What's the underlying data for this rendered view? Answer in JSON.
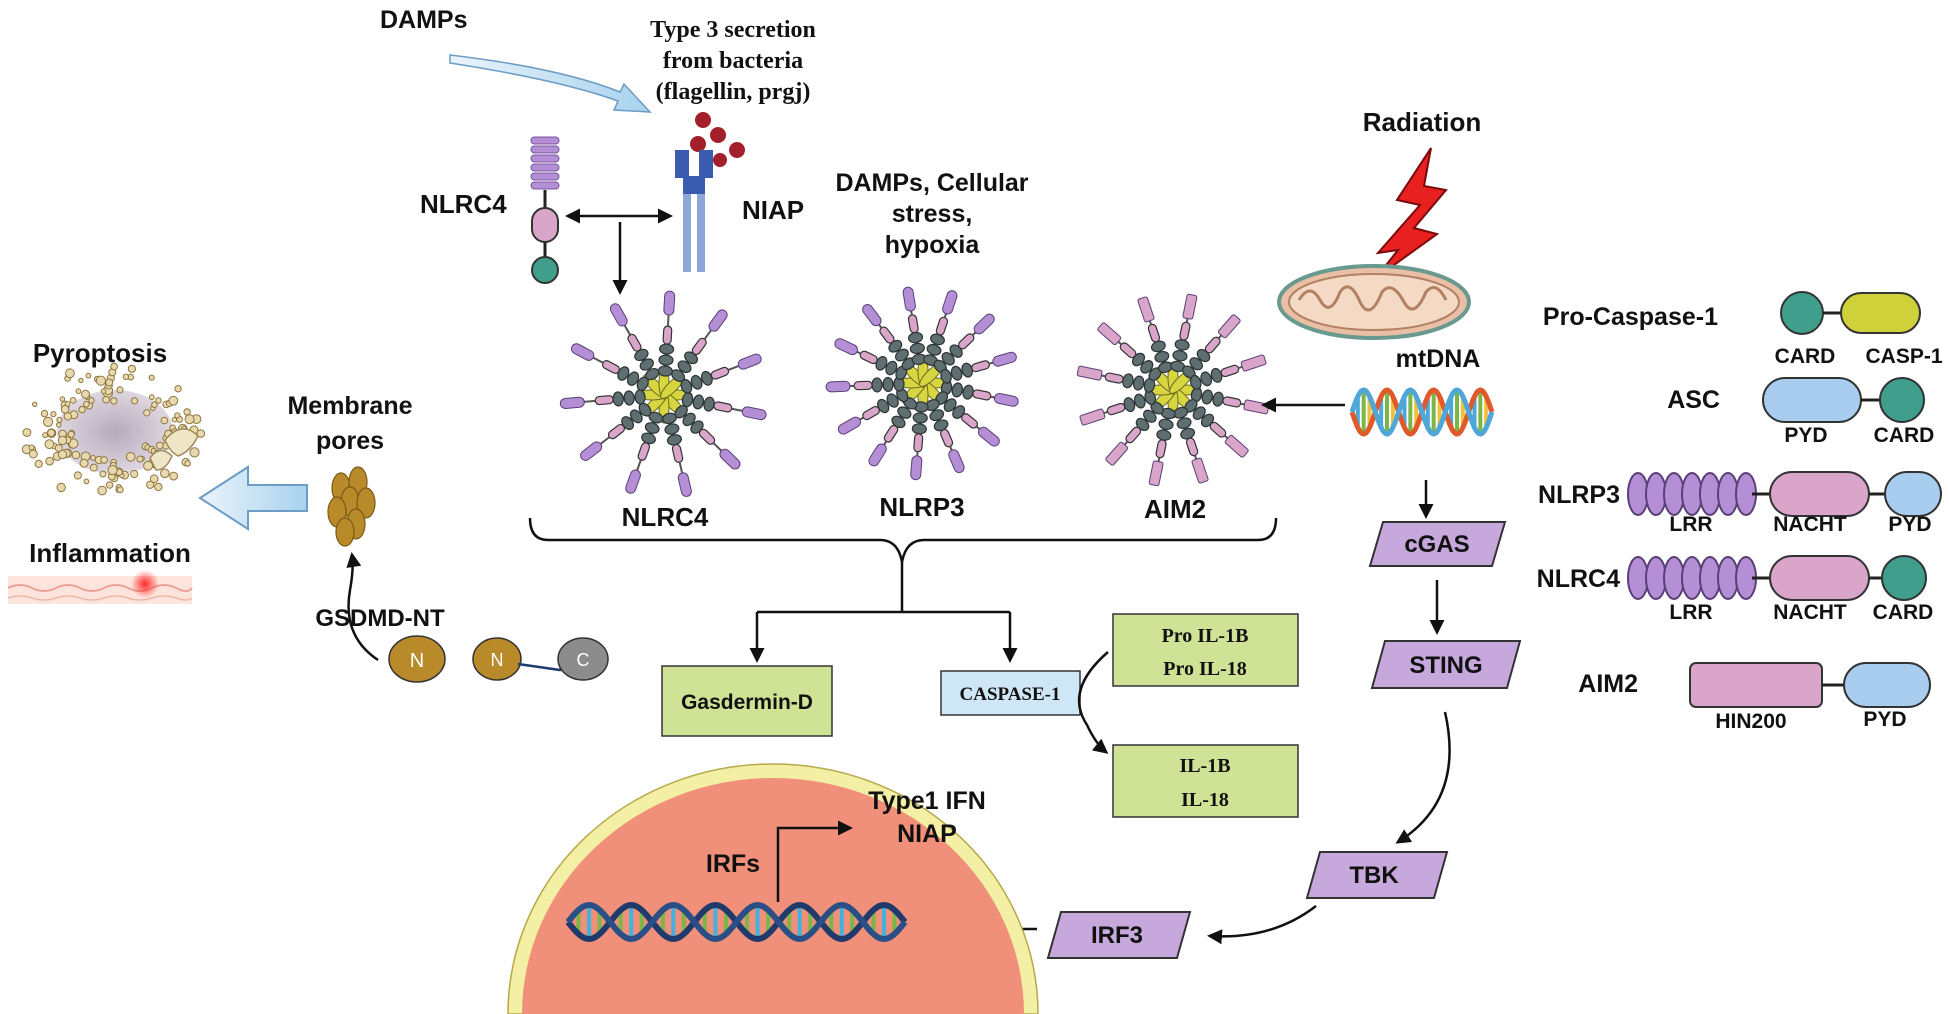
{
  "labels": {
    "damps_top": "DAMPs",
    "type3_line1": "Type 3 secretion",
    "type3_line2": "from bacteria",
    "type3_line3": "(flagellin, prgj)",
    "nlrc4_receptor": "NLRC4",
    "niap": "NIAP",
    "damps_stress_line1": "DAMPs, Cellular",
    "damps_stress_line2": "stress,",
    "damps_stress_line3": "hypoxia",
    "radiation": "Radiation",
    "mtdna": "mtDNA",
    "pyroptosis": "Pyroptosis",
    "membrane_pores_line1": "Membrane",
    "membrane_pores_line2": "pores",
    "inflammation": "Inflammation",
    "gsdmd_nt": "GSDMD-NT",
    "gsdmd_n1": "N",
    "gsdmd_n2": "N",
    "gsdmd_c": "C",
    "inflammasome_nlrc4": "NLRC4",
    "inflammasome_nlrp3": "NLRP3",
    "inflammasome_aim2": "AIM2",
    "gasdermin_d": "Gasdermin-D",
    "caspase1": "CASPASE-1",
    "pro_il1b": "Pro IL-1B",
    "pro_il18": "Pro IL-18",
    "il1b": "IL-1B",
    "il18": "IL-18",
    "type1_ifn_line1": "Type1 IFN",
    "type1_ifn_line2": "NIAP",
    "irfs": "IRFs",
    "cgas": "cGAS",
    "sting": "STING",
    "tbk": "TBK",
    "irf3": "IRF3"
  },
  "domains": {
    "pro_caspase1": {
      "name": "Pro-Caspase-1",
      "d1": "CARD",
      "d2": "CASP-1"
    },
    "asc": {
      "name": "ASC",
      "d1": "PYD",
      "d2": "CARD"
    },
    "nlrp3": {
      "name": "NLRP3",
      "d1": "LRR",
      "d2": "NACHT",
      "d3": "PYD"
    },
    "nlrc4": {
      "name": "NLRC4",
      "d1": "LRR",
      "d2": "NACHT",
      "d3": "CARD"
    },
    "aim2": {
      "name": "AIM2",
      "d1": "HIN200",
      "d2": "PYD"
    }
  },
  "colors": {
    "lrr": "#b48fd6",
    "nacht": "#d9a6c9",
    "pyd": "#a9cdee",
    "card": "#3f9e8c",
    "casp1": "#cfd13a",
    "green_box": "#cfe295",
    "caspase_box": "#cfe6f6",
    "signal_box": "#c7a8dc",
    "nucleus": "#f0907a",
    "nucleus_rim": "#f3efa4",
    "gsdmd": "#b88a2a",
    "bacteria": "#a3202a",
    "receptor": "#3a5bb0",
    "lightning": "#e82020"
  }
}
